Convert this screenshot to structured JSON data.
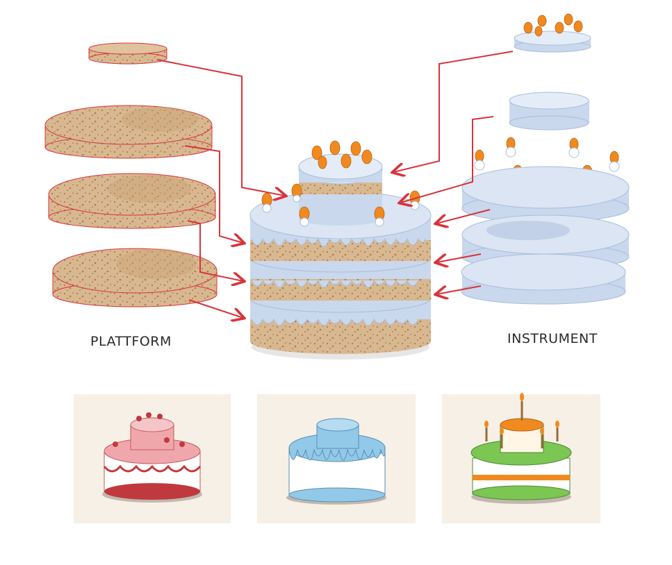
{
  "labels": {
    "platform": "PLATTFORM",
    "instrument": "INSTRUMENT"
  },
  "colors": {
    "sponge": "#d8b891",
    "sponge_dark": "#c9a173",
    "sponge_speck": "#b07a45",
    "frosting": "#c9d8ec",
    "frosting_dark": "#a9bddb",
    "frosting_edge": "#e9f0f8",
    "arrow": "#d8333b",
    "berry": "#f08a1e",
    "card_bg": "#f6f0e6",
    "pink": "#f0a7ab",
    "blue_icing": "#92c9e8",
    "green_icing": "#7cc653"
  },
  "examples": [
    "pink-cake",
    "blue-cake",
    "green-cake"
  ]
}
